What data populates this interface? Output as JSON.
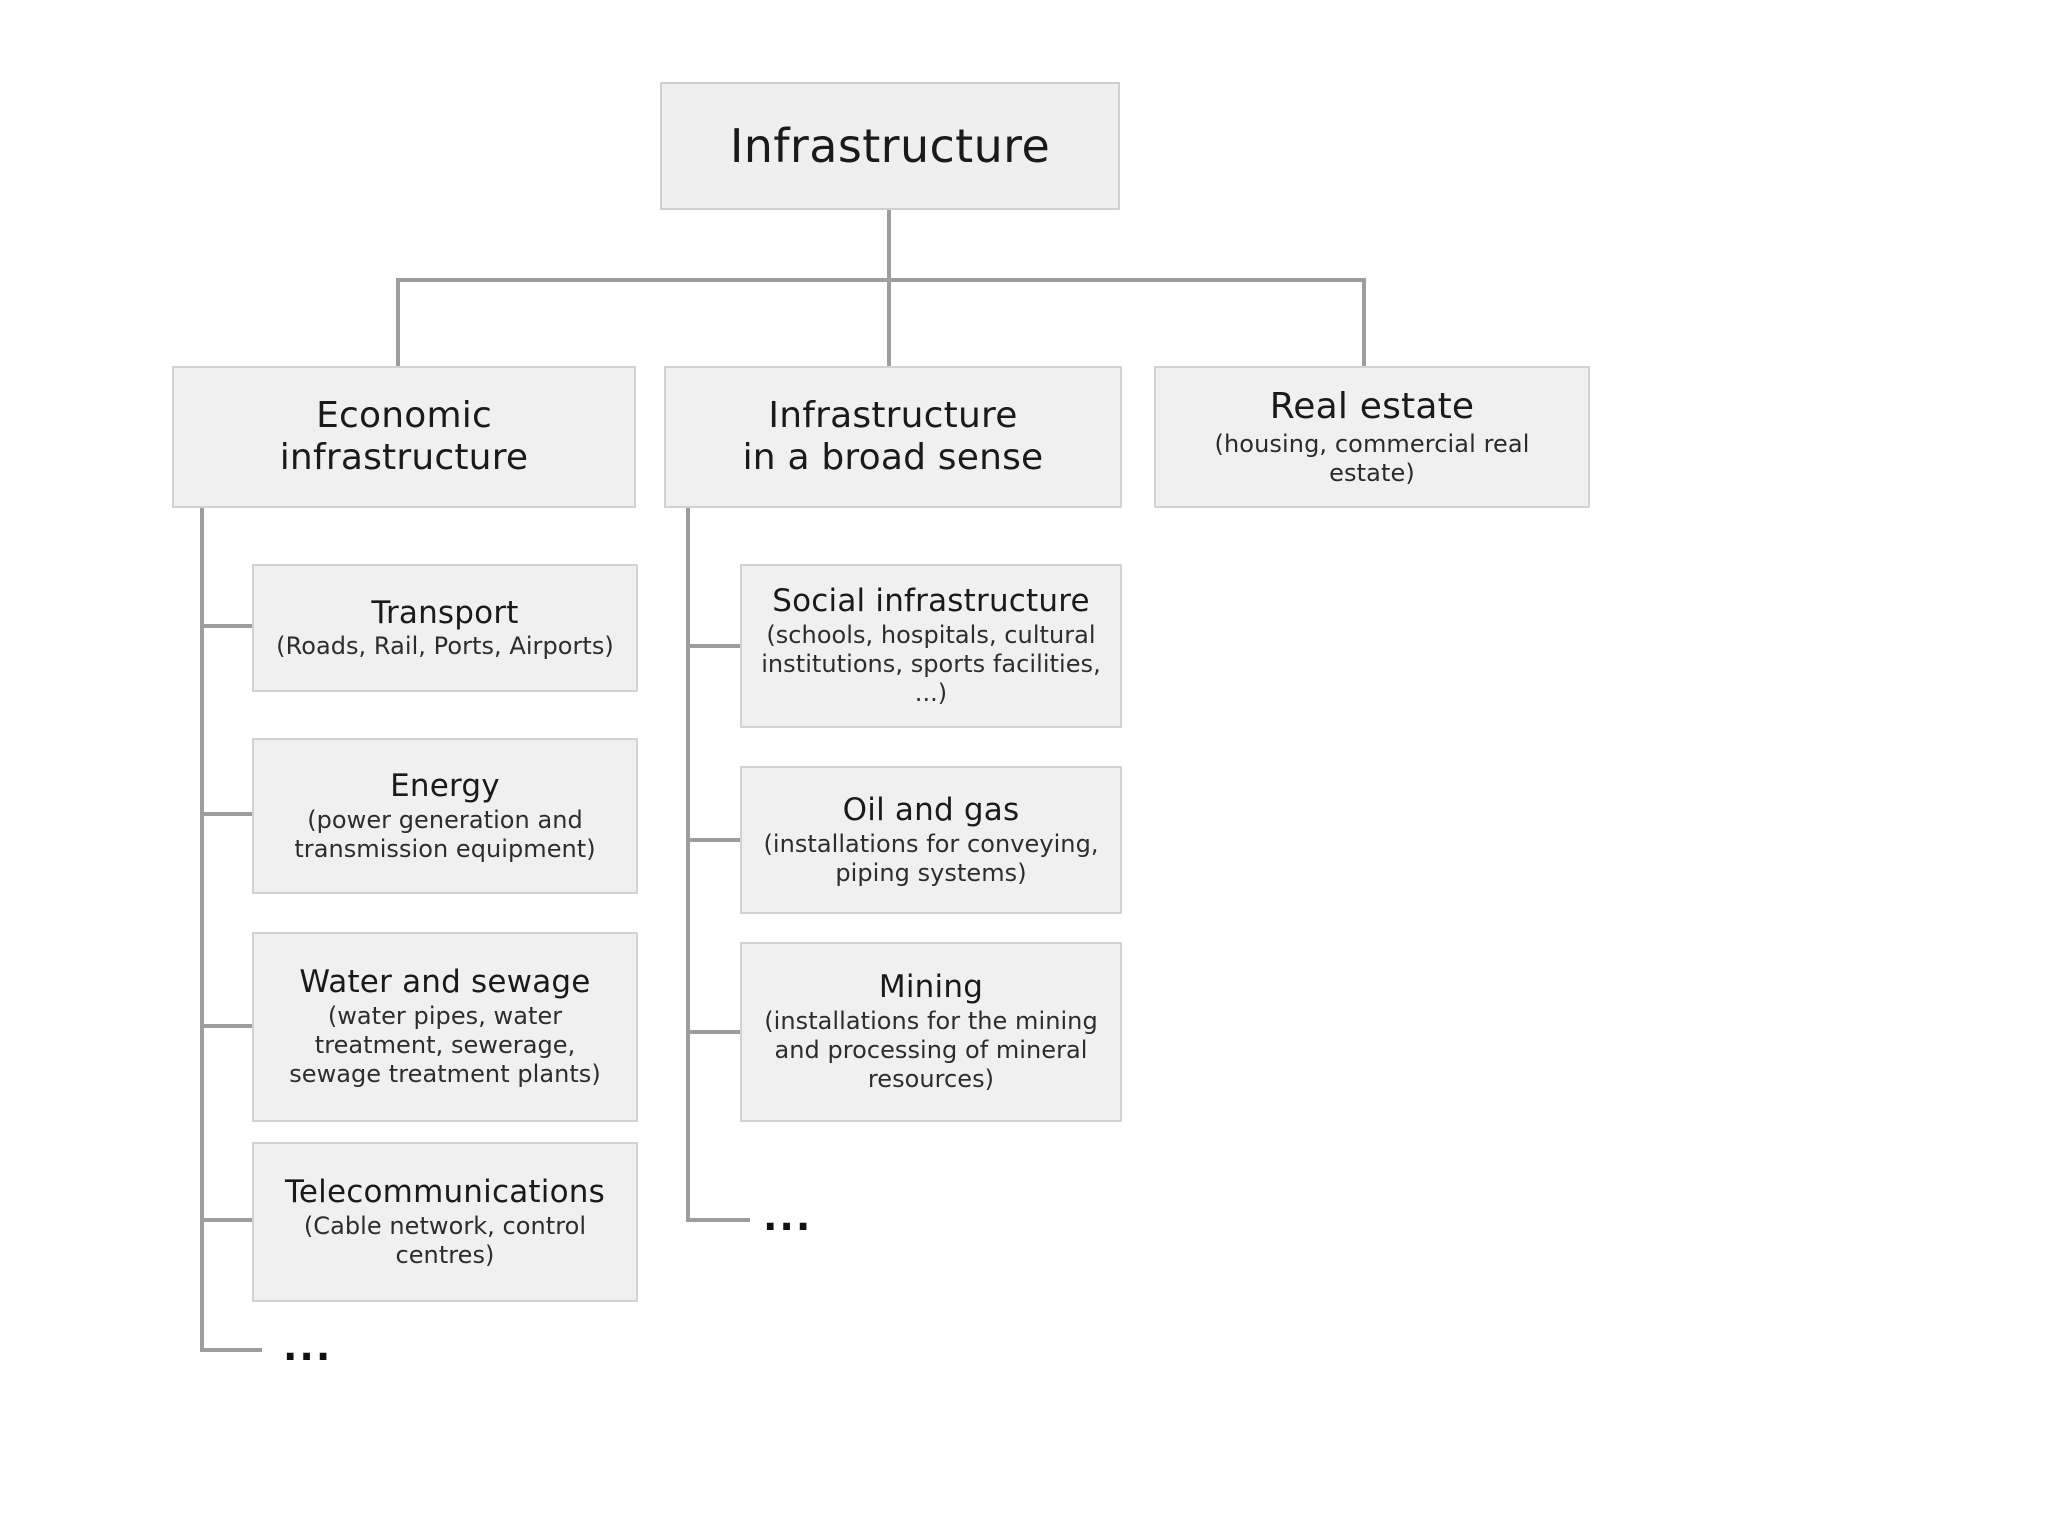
{
  "diagram": {
    "title": "Infrastructure",
    "root": {
      "label": "Infrastructure"
    },
    "level2": [
      {
        "key": "economic",
        "label": "Economic\ninfrastructure",
        "sub": ""
      },
      {
        "key": "broad",
        "label": "Infrastructure\nin a broad sense",
        "sub": ""
      },
      {
        "key": "real_estate",
        "label": "Real estate",
        "sub": "(housing, commercial real\nestate)"
      }
    ],
    "economic_children": [
      {
        "key": "transport",
        "label": "Transport",
        "sub": "(Roads, Rail,  Ports, Airports)"
      },
      {
        "key": "energy",
        "label": "Energy",
        "sub": "(power generation and\ntransmission equipment)"
      },
      {
        "key": "water_and_sewage",
        "label": "Water and sewage",
        "sub": "(water pipes,  water\ntreatment, sewerage,\nsewage treatment plants)"
      },
      {
        "key": "telecommunications",
        "label": "Telecommunications",
        "sub": "(Cable network, control\ncentres)"
      }
    ],
    "economic_more": "...",
    "broad_children": [
      {
        "key": "social_infrastructure",
        "label": "Social infrastructure",
        "sub": "(schools, hospitals, cultural\ninstitutions,  sports facilities,\n...)"
      },
      {
        "key": "oil_and_gas",
        "label": "Oil and gas",
        "sub": "(installations for conveying,\npiping  systems)"
      },
      {
        "key": "mining",
        "label": "Mining",
        "sub": "(installations for the mining\nand processing of mineral\nresources)"
      }
    ],
    "broad_more": "...",
    "colors": {
      "box_fill": "#f0f0f0",
      "box_border": "#d2d2d2",
      "connector": "#9d9d9d",
      "text": "#1a1a1a",
      "background": "#ffffff"
    }
  }
}
